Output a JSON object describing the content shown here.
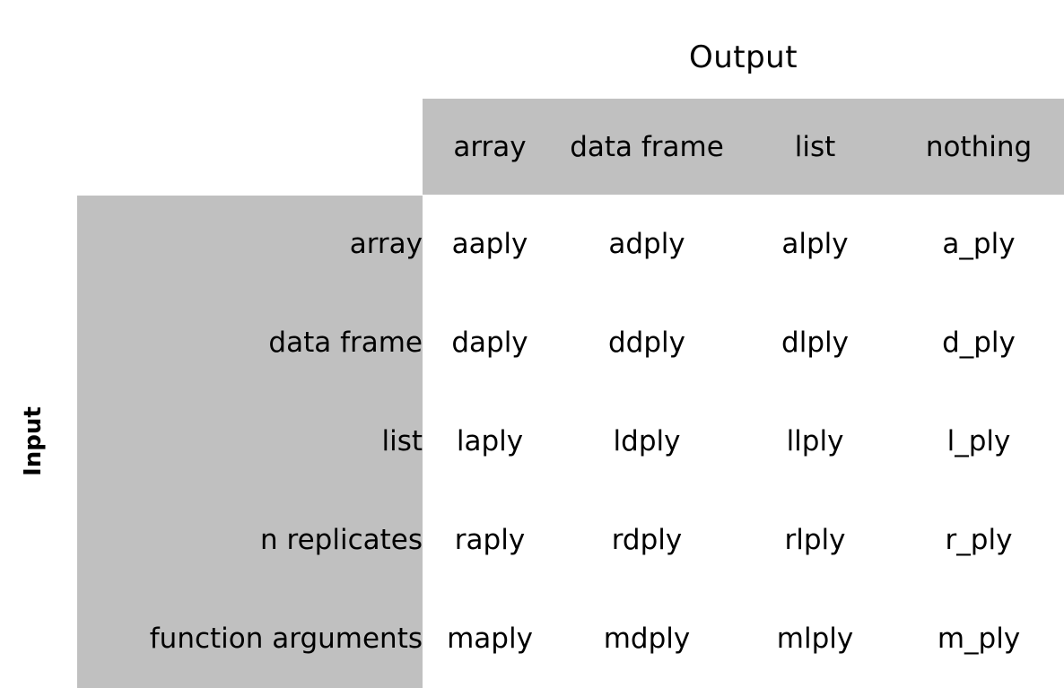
{
  "figure": {
    "title_output": "Output",
    "title_input": "Input",
    "header_fill": "#c0c0c0",
    "text_color": "#000000",
    "background": "#ffffff"
  },
  "chart_data": {
    "type": "table",
    "title": "",
    "xlabel": "Output",
    "ylabel": "Input",
    "columns": [
      "array",
      "data frame",
      "list",
      "nothing"
    ],
    "rows": [
      "array",
      "data frame",
      "list",
      "n replicates",
      "function arguments"
    ],
    "cells": [
      [
        "aaply",
        "adply",
        "alply",
        "a_ply"
      ],
      [
        "daply",
        "ddply",
        "dlply",
        "d_ply"
      ],
      [
        "laply",
        "ldply",
        "llply",
        "l_ply"
      ],
      [
        "raply",
        "rdply",
        "rlply",
        "r_ply"
      ],
      [
        "maply",
        "mdply",
        "mlply",
        "m_ply"
      ]
    ],
    "legend": [],
    "grid": false
  }
}
